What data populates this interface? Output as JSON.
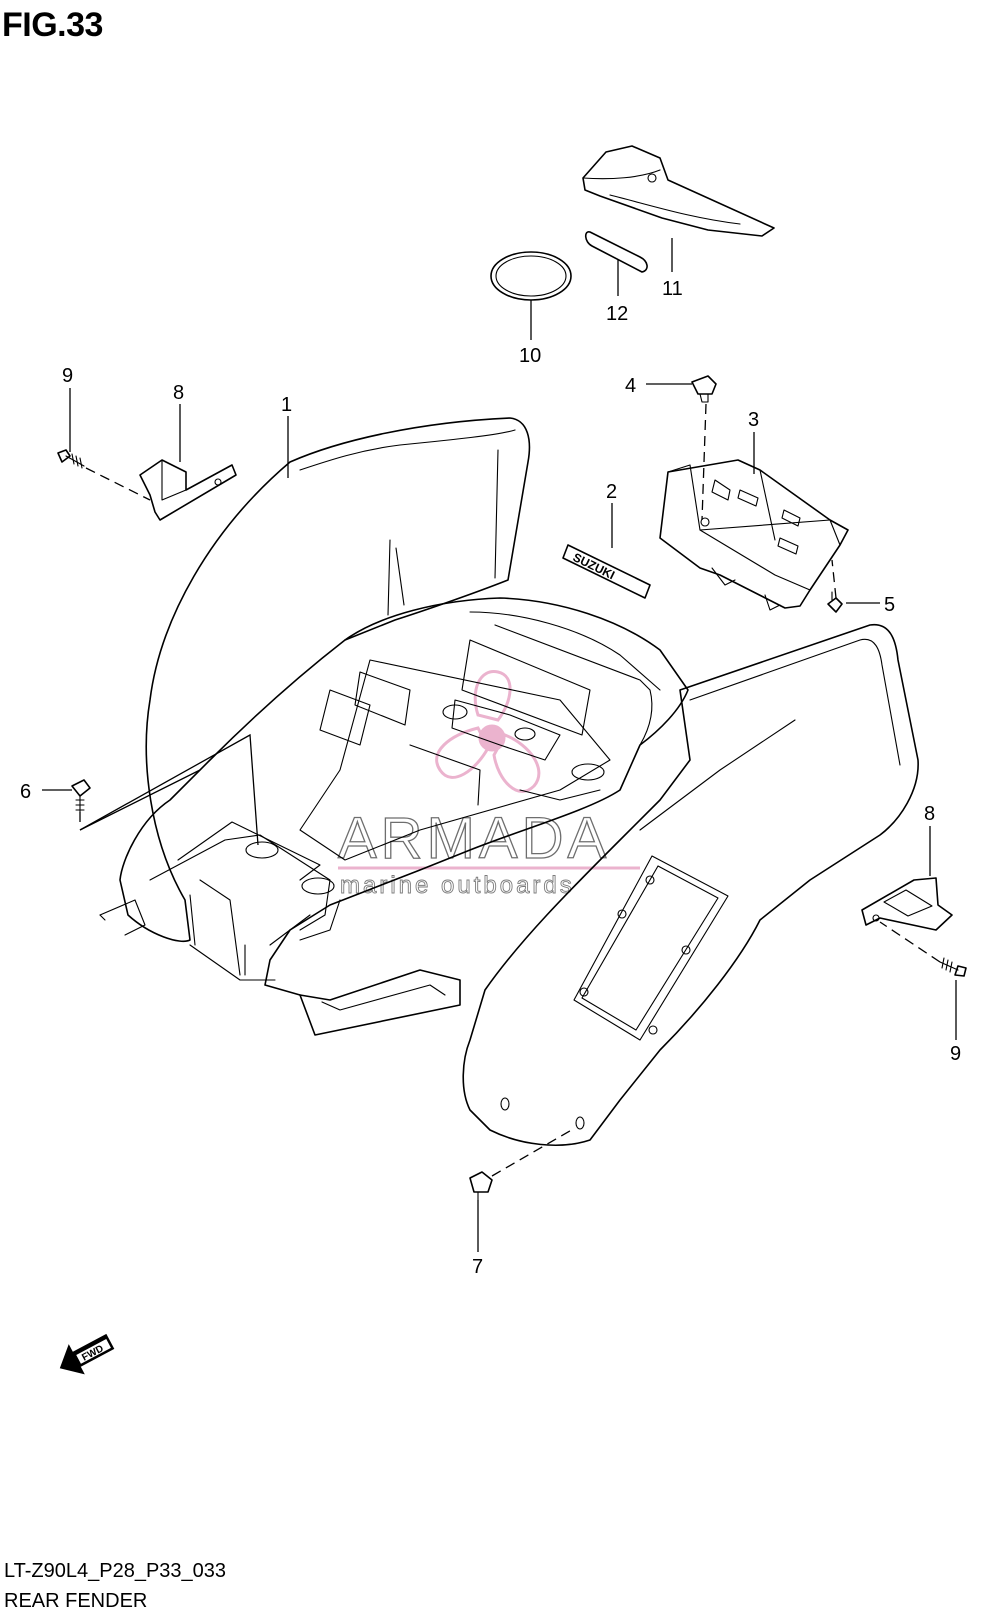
{
  "header": {
    "figure": "FIG.33"
  },
  "footer": {
    "code": "LT-Z90L4_P28_P33_033",
    "caption": "REAR FENDER"
  },
  "watermark": {
    "brand": "ARMADA",
    "tagline": "marine outboards",
    "accent": "#e8a6c6"
  },
  "arrow": {
    "label": "FWD"
  },
  "callouts": {
    "c1": "1",
    "c2": "2",
    "c3": "3",
    "c4": "4",
    "c5": "5",
    "c6": "6",
    "c7": "7",
    "c8a": "8",
    "c8b": "8",
    "c9a": "9",
    "c9b": "9",
    "c10": "10",
    "c11": "11",
    "c12": "12"
  },
  "decal": {
    "text": "SUZUKI"
  }
}
